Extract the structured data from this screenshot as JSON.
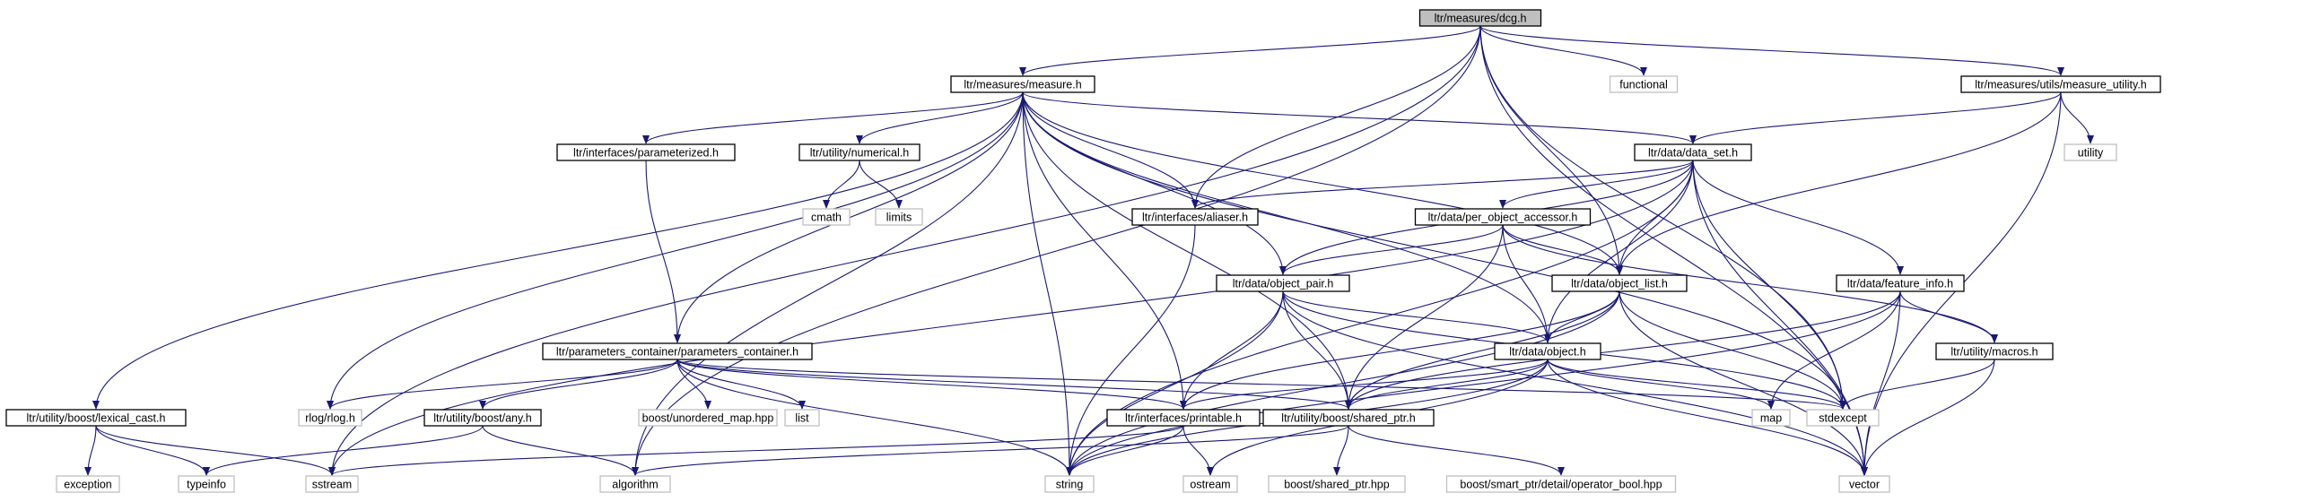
{
  "diagram": {
    "type": "include-dependency-graph",
    "nodes": [
      {
        "id": "dcg",
        "label": "ltr/measures/dcg.h",
        "kind": "root"
      },
      {
        "id": "measure",
        "label": "ltr/measures/measure.h",
        "kind": "documented"
      },
      {
        "id": "functional",
        "label": "functional",
        "kind": "external"
      },
      {
        "id": "measure_utility",
        "label": "ltr/measures/utils/measure_utility.h",
        "kind": "documented"
      },
      {
        "id": "parameterized",
        "label": "ltr/interfaces/parameterized.h",
        "kind": "documented"
      },
      {
        "id": "numerical",
        "label": "ltr/utility/numerical.h",
        "kind": "documented"
      },
      {
        "id": "data_set",
        "label": "ltr/data/data_set.h",
        "kind": "documented"
      },
      {
        "id": "utility",
        "label": "utility",
        "kind": "external"
      },
      {
        "id": "cmath",
        "label": "cmath",
        "kind": "external"
      },
      {
        "id": "limits",
        "label": "limits",
        "kind": "external"
      },
      {
        "id": "aliaser",
        "label": "ltr/interfaces/aliaser.h",
        "kind": "documented"
      },
      {
        "id": "per_object_accessor",
        "label": "ltr/data/per_object_accessor.h",
        "kind": "documented"
      },
      {
        "id": "object_list",
        "label": "ltr/data/object_list.h",
        "kind": "documented"
      },
      {
        "id": "feature_info",
        "label": "ltr/data/feature_info.h",
        "kind": "documented"
      },
      {
        "id": "object_pair",
        "label": "ltr/data/object_pair.h",
        "kind": "documented"
      },
      {
        "id": "parameters_container",
        "label": "ltr/parameters_container/parameters_container.h",
        "kind": "documented"
      },
      {
        "id": "object",
        "label": "ltr/data/object.h",
        "kind": "documented"
      },
      {
        "id": "macros",
        "label": "ltr/utility/macros.h",
        "kind": "documented"
      },
      {
        "id": "lexical_cast",
        "label": "ltr/utility/boost/lexical_cast.h",
        "kind": "documented"
      },
      {
        "id": "rlog",
        "label": "rlog/rlog.h",
        "kind": "external"
      },
      {
        "id": "any",
        "label": "ltr/utility/boost/any.h",
        "kind": "documented"
      },
      {
        "id": "unordered_map",
        "label": "boost/unordered_map.hpp",
        "kind": "external"
      },
      {
        "id": "list",
        "label": "list",
        "kind": "external"
      },
      {
        "id": "printable",
        "label": "ltr/interfaces/printable.h",
        "kind": "documented"
      },
      {
        "id": "shared_ptr_h",
        "label": "ltr/utility/boost/shared_ptr.h",
        "kind": "documented"
      },
      {
        "id": "map",
        "label": "map",
        "kind": "external"
      },
      {
        "id": "stdexcept",
        "label": "stdexcept",
        "kind": "external"
      },
      {
        "id": "exception",
        "label": "exception",
        "kind": "external"
      },
      {
        "id": "typeinfo",
        "label": "typeinfo",
        "kind": "external"
      },
      {
        "id": "sstream",
        "label": "sstream",
        "kind": "external"
      },
      {
        "id": "algorithm",
        "label": "algorithm",
        "kind": "external"
      },
      {
        "id": "string",
        "label": "string",
        "kind": "external"
      },
      {
        "id": "ostream",
        "label": "ostream",
        "kind": "external"
      },
      {
        "id": "boost_shared_ptr",
        "label": "boost/shared_ptr.hpp",
        "kind": "external"
      },
      {
        "id": "operator_bool",
        "label": "boost/smart_ptr/detail/operator_bool.hpp",
        "kind": "external"
      },
      {
        "id": "vector",
        "label": "vector",
        "kind": "external"
      }
    ],
    "edges": [
      [
        "dcg",
        "measure"
      ],
      [
        "dcg",
        "functional"
      ],
      [
        "dcg",
        "measure_utility"
      ],
      [
        "dcg",
        "aliaser"
      ],
      [
        "dcg",
        "object_list"
      ],
      [
        "dcg",
        "stdexcept"
      ],
      [
        "dcg",
        "vector"
      ],
      [
        "dcg",
        "sstream"
      ],
      [
        "dcg",
        "algorithm"
      ],
      [
        "measure",
        "parameterized"
      ],
      [
        "measure",
        "numerical"
      ],
      [
        "measure",
        "data_set"
      ],
      [
        "measure",
        "aliaser"
      ],
      [
        "measure",
        "object_pair"
      ],
      [
        "measure",
        "object_list"
      ],
      [
        "measure",
        "parameters_container"
      ],
      [
        "measure",
        "object"
      ],
      [
        "measure",
        "lexical_cast"
      ],
      [
        "measure",
        "rlog"
      ],
      [
        "measure",
        "printable"
      ],
      [
        "measure",
        "shared_ptr_h"
      ],
      [
        "measure",
        "algorithm"
      ],
      [
        "measure",
        "string"
      ],
      [
        "measure",
        "stdexcept"
      ],
      [
        "measure_utility",
        "data_set"
      ],
      [
        "measure_utility",
        "utility"
      ],
      [
        "measure_utility",
        "object_list"
      ],
      [
        "measure_utility",
        "vector"
      ],
      [
        "parameterized",
        "parameters_container"
      ],
      [
        "numerical",
        "cmath"
      ],
      [
        "numerical",
        "limits"
      ],
      [
        "data_set",
        "aliaser"
      ],
      [
        "data_set",
        "per_object_accessor"
      ],
      [
        "data_set",
        "object_list"
      ],
      [
        "data_set",
        "feature_info"
      ],
      [
        "data_set",
        "object_pair"
      ],
      [
        "data_set",
        "object"
      ],
      [
        "data_set",
        "string"
      ],
      [
        "data_set",
        "sstream"
      ],
      [
        "data_set",
        "stdexcept"
      ],
      [
        "data_set",
        "vector"
      ],
      [
        "aliaser",
        "string"
      ],
      [
        "per_object_accessor",
        "object_list"
      ],
      [
        "per_object_accessor",
        "object_pair"
      ],
      [
        "per_object_accessor",
        "object"
      ],
      [
        "per_object_accessor",
        "macros"
      ],
      [
        "per_object_accessor",
        "shared_ptr_h"
      ],
      [
        "object_list",
        "object"
      ],
      [
        "object_list",
        "printable"
      ],
      [
        "object_list",
        "shared_ptr_h"
      ],
      [
        "object_list",
        "string"
      ],
      [
        "object_list",
        "stdexcept"
      ],
      [
        "object_list",
        "vector"
      ],
      [
        "feature_info",
        "macros"
      ],
      [
        "feature_info",
        "shared_ptr_h"
      ],
      [
        "feature_info",
        "map"
      ],
      [
        "feature_info",
        "string"
      ],
      [
        "feature_info",
        "vector"
      ],
      [
        "object_pair",
        "object"
      ],
      [
        "object_pair",
        "printable"
      ],
      [
        "object_pair",
        "shared_ptr_h"
      ],
      [
        "object_pair",
        "string"
      ],
      [
        "object_pair",
        "vector"
      ],
      [
        "object_pair",
        "stdexcept"
      ],
      [
        "parameters_container",
        "rlog"
      ],
      [
        "parameters_container",
        "any"
      ],
      [
        "parameters_container",
        "unordered_map"
      ],
      [
        "parameters_container",
        "list"
      ],
      [
        "parameters_container",
        "printable"
      ],
      [
        "parameters_container",
        "shared_ptr_h"
      ],
      [
        "parameters_container",
        "string"
      ],
      [
        "parameters_container",
        "stdexcept"
      ],
      [
        "object",
        "printable"
      ],
      [
        "object",
        "shared_ptr_h"
      ],
      [
        "object",
        "map"
      ],
      [
        "object",
        "stdexcept"
      ],
      [
        "object",
        "string"
      ],
      [
        "object",
        "ostream"
      ],
      [
        "object",
        "vector"
      ],
      [
        "macros",
        "stdexcept"
      ],
      [
        "macros",
        "vector"
      ],
      [
        "lexical_cast",
        "exception"
      ],
      [
        "lexical_cast",
        "typeinfo"
      ],
      [
        "lexical_cast",
        "sstream"
      ],
      [
        "any",
        "typeinfo"
      ],
      [
        "any",
        "algorithm"
      ],
      [
        "printable",
        "string"
      ],
      [
        "printable",
        "ostream"
      ],
      [
        "printable",
        "sstream"
      ],
      [
        "shared_ptr_h",
        "boost_shared_ptr"
      ],
      [
        "shared_ptr_h",
        "operator_bool"
      ],
      [
        "shared_ptr_h",
        "algorithm"
      ]
    ]
  }
}
